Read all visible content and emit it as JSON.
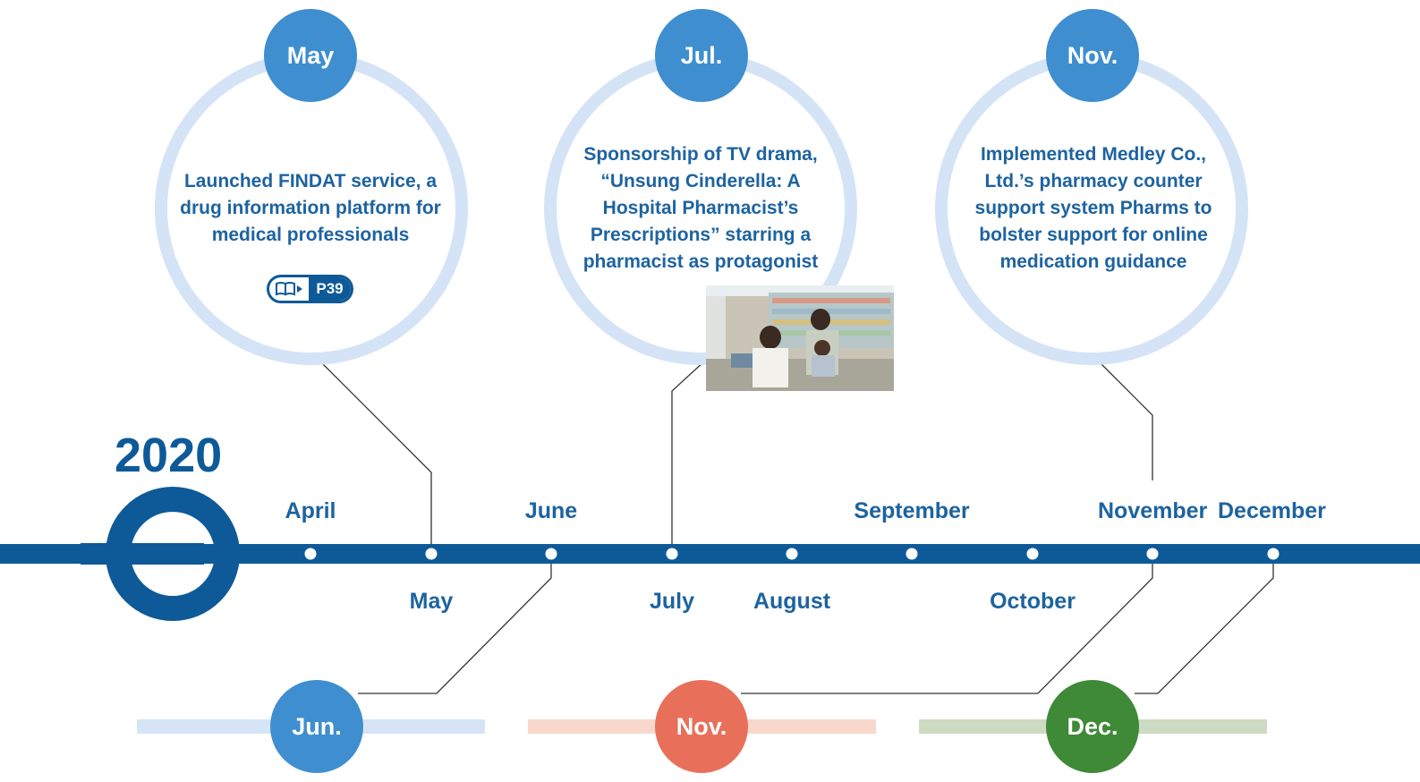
{
  "year": "2020",
  "timeline_months": {
    "april": "April",
    "may": "May",
    "june": "June",
    "july": "July",
    "august": "August",
    "september": "September",
    "october": "October",
    "november": "November",
    "december": "December"
  },
  "events_top": [
    {
      "badge": "May",
      "text": "Launched FINDAT service, a drug information platform for medical professionals",
      "ref_page": "P39"
    },
    {
      "badge": "Jul.",
      "text": "Sponsorship of TV drama, “Unsung Cinderella: A Hospital Pharmacist’s Prescriptions” starring a pharmacist as protagonist"
    },
    {
      "badge": "Nov.",
      "text": "Implemented Medley Co., Ltd.’s pharmacy counter support system Pharms to bolster support for online medication guidance"
    }
  ],
  "events_bottom": [
    {
      "badge": "Jun."
    },
    {
      "badge": "Nov."
    },
    {
      "badge": "Dec."
    }
  ],
  "colors": {
    "timeline": "#0e5a98",
    "ring": "#d4e4f6",
    "badge_blue": "#3f8ed0",
    "badge_red": "#e8705a",
    "badge_green": "#3e8a37",
    "text": "#1d63a0"
  }
}
